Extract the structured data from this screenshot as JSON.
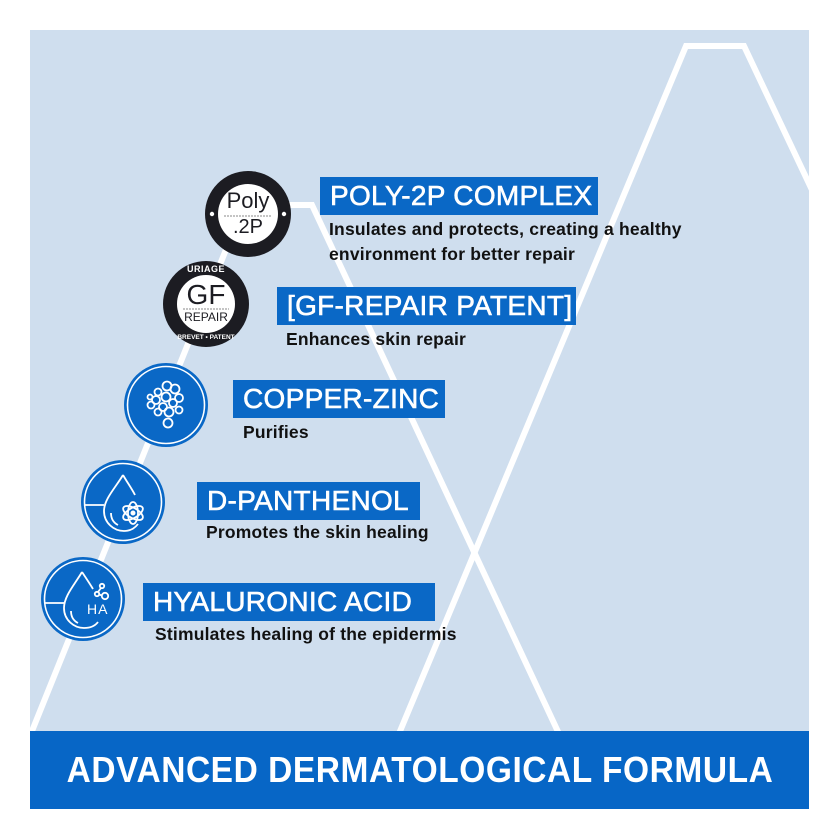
{
  "colors": {
    "background": "#cfdeee",
    "accent_blue": "#0a68c6",
    "line_white": "#ffffff",
    "text_dark": "#111111",
    "badge_black": "#1c1c22"
  },
  "ingredients": [
    {
      "title": "POLY-2P COMPLEX",
      "description_lines": [
        "Insulates and protects, creating a healthy",
        "environment for better repair"
      ],
      "icon": "poly-2p-badge-icon",
      "badge_text": {
        "top": "Poly",
        "bottom": ".2P"
      }
    },
    {
      "title": "[GF-REPAIR PATENT]",
      "description_lines": [
        "Enhances skin repair"
      ],
      "icon": "gf-repair-badge-icon",
      "badge_text": {
        "arc_top": "URIAGE",
        "main": "GF",
        "sub": "REPAIR",
        "arc_bottom": "BREVET • PATENT"
      }
    },
    {
      "title": "COPPER-ZINC",
      "description_lines": [
        "Purifies"
      ],
      "icon": "bubbles-icon"
    },
    {
      "title": "D-PANTHENOL",
      "description_lines": [
        "Promotes the skin healing"
      ],
      "icon": "drop-atom-icon"
    },
    {
      "title": "HYALURONIC ACID",
      "description_lines": [
        "Stimulates healing of the epidermis"
      ],
      "icon": "drop-molecule-icon",
      "badge_text": {
        "label": "HA"
      }
    }
  ],
  "banner": {
    "text": "ADVANCED DERMATOLOGICAL FORMULA"
  }
}
